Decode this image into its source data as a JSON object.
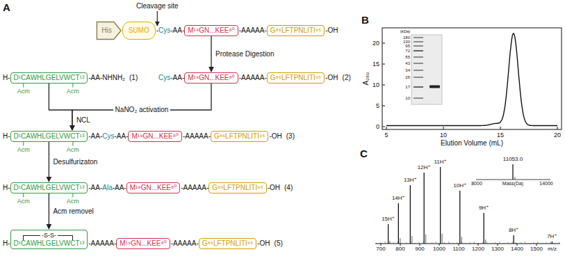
{
  "diagram": {
    "nodes": [
      {
        "text": [
          "His"
        ]
      },
      {
        "text": [
          "SUMO"
        ]
      },
      {
        "text": [
          "M¹⁹GN...KEE⁸⁰"
        ]
      },
      {
        "text": [
          "G⁸⁶LFTPNLITI⁹⁵"
        ]
      },
      {
        "text": [
          "D¹CAWHLGELVWCT¹³"
        ]
      },
      {
        "text": [
          "M¹⁹GN...KEE⁸⁰"
        ]
      },
      {
        "text": [
          "G⁸⁶LFTPNLITI⁹⁵"
        ]
      },
      {
        "text": [
          "D¹CAWHLGELVWCT¹³"
        ]
      },
      {
        "text": [
          "M¹⁹GN...KEE⁸⁰"
        ]
      },
      {
        "text": [
          "G⁸⁶LFTPNLITI⁹⁵"
        ]
      },
      {
        "text": [
          "D¹CAWHLGELVWCT¹³"
        ]
      },
      {
        "text": [
          "M¹⁹GN...KEE⁸⁰"
        ]
      },
      {
        "text": [
          "G⁸⁶LFTPNLITI⁹⁵"
        ]
      },
      {
        "text": [
          "-S-S-",
          "D¹CAWHLGELVWCT¹³"
        ]
      },
      {
        "text": [
          "M¹⁹GN...KEE⁸⁰"
        ]
      },
      {
        "text": [
          "G⁸⁶LFTPNLITI⁹⁵"
        ]
      }
    ],
    "edges": [
      {
        "from": 2,
        "to": 5,
        "arrow": "to",
        "label": "Protease Digestion"
      },
      {
        "from": 4,
        "to": 7,
        "arrow": "to",
        "label": "NCL"
      },
      {
        "from": 5,
        "to": 7,
        "arrow": "to",
        "label": "NaNO₂ activation"
      },
      {
        "from": 7,
        "to": 10,
        "arrow": "to",
        "label": "Desulfurizaton"
      },
      {
        "from": 10,
        "to": 13,
        "arrow": "to",
        "label": "Acm removel"
      }
    ],
    "labels": [
      "A",
      "Cleavage site",
      "-",
      "Cys",
      "-AA-",
      "-AAAAA-",
      "-OH",
      "H-",
      "-AA-NHNH₂",
      "Acm",
      "Acm",
      "(1)",
      "Cys",
      "-AA-",
      "-AAAAA-",
      "-OH",
      "(2)",
      "H-",
      "-AA-",
      "Cys",
      "-AA-",
      "-AAAAA-",
      "-OH",
      "Acm",
      "Acm",
      "(3)",
      "H-",
      "-AA-",
      "Ala",
      "-AA-",
      "-AAAAA-",
      "-OH",
      "Acm",
      "Acm",
      "(4)",
      "H-",
      "-AAAAA-",
      "-AAAAA-",
      "-OH",
      "(5)",
      "B",
      "(kDa)",
      "180",
      "130",
      "95",
      "72",
      "55",
      "43",
      "34",
      "26",
      "17",
      "10",
      "A₂₈₀",
      "0",
      "5",
      "10",
      "15",
      "20",
      "5",
      "10",
      "15",
      "20",
      "Elution Volume (mL)",
      "C",
      "15H⁺",
      "14H⁺",
      "13H⁺",
      "12H⁺",
      "11H⁺",
      "10H⁺",
      "9H⁺",
      "8H⁺",
      "7H⁺",
      "11053.0",
      "8000",
      "Mass(Da)",
      "14000",
      "700",
      "800",
      "900",
      "1000",
      "1100",
      "1200",
      "1300",
      "1400",
      "1500",
      "m/z"
    ]
  }
}
